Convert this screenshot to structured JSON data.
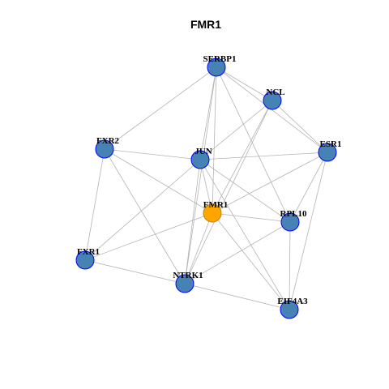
{
  "title": "FMR1",
  "colors": {
    "node_fill": "#4682b4",
    "node_border": "#0000ff",
    "focus_fill": "#ffa500",
    "focus_border": "#b8860b",
    "edge": "#b4b4b4",
    "background": "#ffffff"
  },
  "nodes": [
    {
      "id": "SERBP1",
      "label": "SERBP1",
      "focus": false
    },
    {
      "id": "NCL",
      "label": "NCL",
      "focus": false
    },
    {
      "id": "FXR2",
      "label": "FXR2",
      "focus": false
    },
    {
      "id": "JUN",
      "label": "JUN",
      "focus": false
    },
    {
      "id": "ESR1",
      "label": "ESR1",
      "focus": false
    },
    {
      "id": "FMR1",
      "label": "FMR1",
      "focus": true
    },
    {
      "id": "RPL10",
      "label": "RPL10",
      "focus": false
    },
    {
      "id": "FXR1",
      "label": "FXR1",
      "focus": false
    },
    {
      "id": "NTRK1",
      "label": "NTRK1",
      "focus": false
    },
    {
      "id": "EIF4A3",
      "label": "EIF4A3",
      "focus": false
    }
  ],
  "edges": [
    [
      "SERBP1",
      "FXR2"
    ],
    [
      "SERBP1",
      "NCL"
    ],
    [
      "SERBP1",
      "ESR1"
    ],
    [
      "SERBP1",
      "JUN"
    ],
    [
      "SERBP1",
      "FMR1"
    ],
    [
      "SERBP1",
      "NTRK1"
    ],
    [
      "SERBP1",
      "RPL10"
    ],
    [
      "NCL",
      "ESR1"
    ],
    [
      "NCL",
      "JUN"
    ],
    [
      "NCL",
      "FMR1"
    ],
    [
      "NCL",
      "NTRK1"
    ],
    [
      "FXR2",
      "JUN"
    ],
    [
      "FXR2",
      "FXR1"
    ],
    [
      "FXR2",
      "FMR1"
    ],
    [
      "FXR2",
      "NTRK1"
    ],
    [
      "JUN",
      "ESR1"
    ],
    [
      "JUN",
      "FXR1"
    ],
    [
      "JUN",
      "FMR1"
    ],
    [
      "JUN",
      "RPL10"
    ],
    [
      "JUN",
      "NTRK1"
    ],
    [
      "JUN",
      "EIF4A3"
    ],
    [
      "ESR1",
      "FMR1"
    ],
    [
      "ESR1",
      "RPL10"
    ],
    [
      "ESR1",
      "EIF4A3"
    ],
    [
      "FMR1",
      "RPL10"
    ],
    [
      "FMR1",
      "FXR1"
    ],
    [
      "FMR1",
      "NTRK1"
    ],
    [
      "FMR1",
      "EIF4A3"
    ],
    [
      "RPL10",
      "NTRK1"
    ],
    [
      "RPL10",
      "EIF4A3"
    ],
    [
      "FXR1",
      "NTRK1"
    ],
    [
      "NTRK1",
      "EIF4A3"
    ]
  ]
}
